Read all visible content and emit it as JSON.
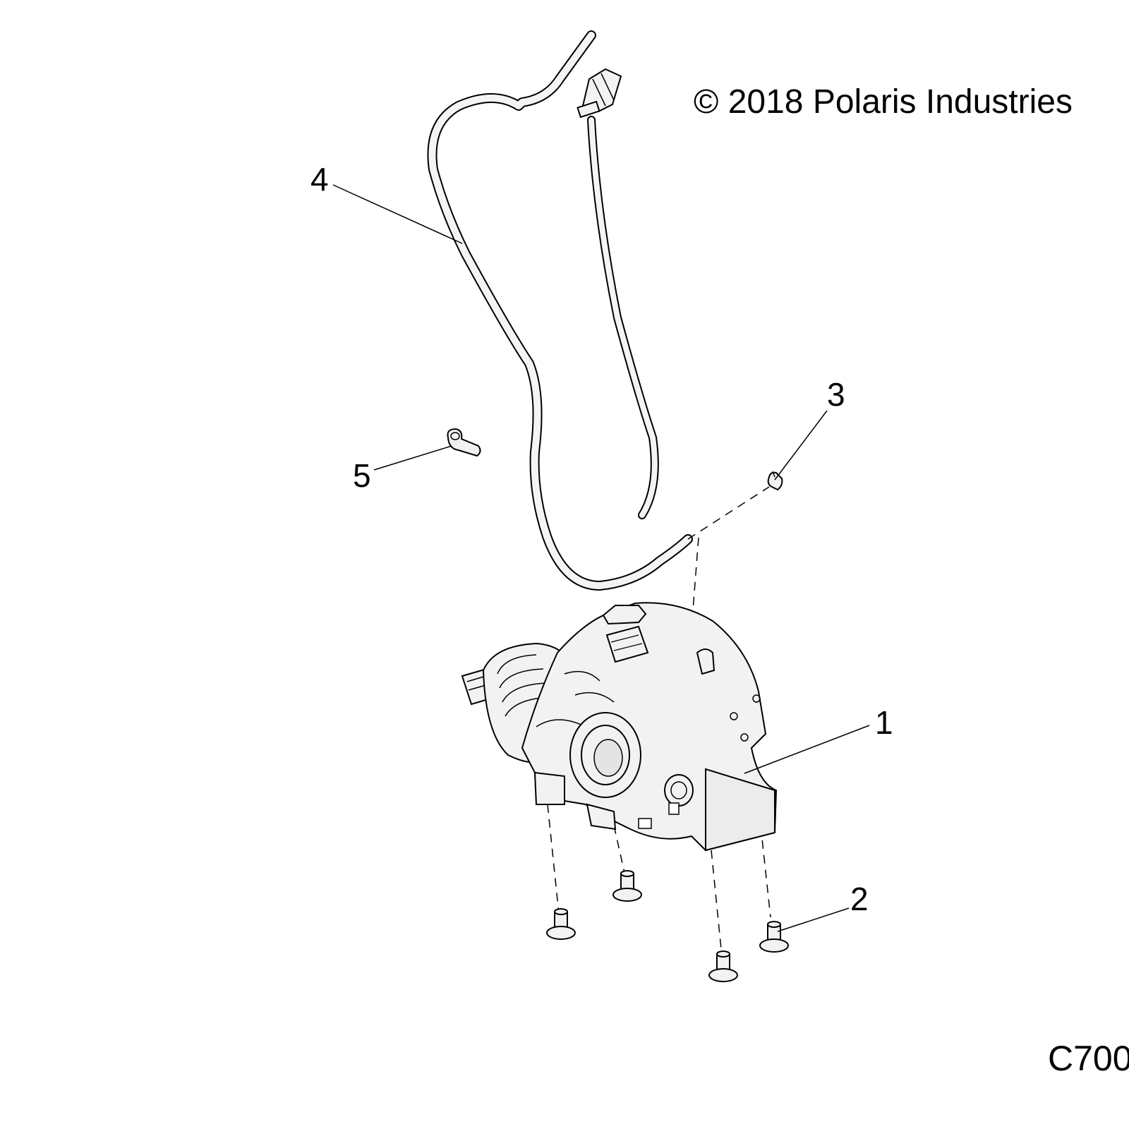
{
  "copyright": "© 2018 Polaris Industries",
  "figure_code": "C700",
  "callouts": [
    {
      "id": "1",
      "label": "1"
    },
    {
      "id": "2",
      "label": "2"
    },
    {
      "id": "3",
      "label": "3"
    },
    {
      "id": "4",
      "label": "4"
    },
    {
      "id": "5",
      "label": "5"
    }
  ]
}
